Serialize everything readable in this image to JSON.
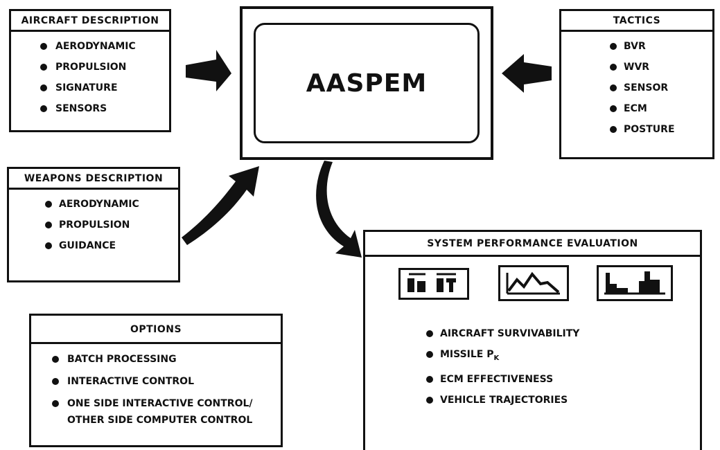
{
  "aircraft": {
    "title": "AIRCRAFT DESCRIPTION",
    "items": [
      "AERODYNAMIC",
      "PROPULSION",
      "SIGNATURE",
      "SENSORS"
    ]
  },
  "center": {
    "title": "AASPEM"
  },
  "tactics": {
    "title": "TACTICS",
    "items": [
      "BVR",
      "WVR",
      "SENSOR",
      "ECM",
      "POSTURE"
    ]
  },
  "weapons": {
    "title": "WEAPONS DESCRIPTION",
    "items": [
      "AERODYNAMIC",
      "PROPULSION",
      "GUIDANCE"
    ]
  },
  "options": {
    "title": "OPTIONS",
    "items": [
      "BATCH PROCESSING",
      "INTERACTIVE CONTROL",
      "ONE SIDE INTERACTIVE CONTROL/ OTHER SIDE COMPUTER CONTROL"
    ]
  },
  "performance": {
    "title": "SYSTEM PERFORMANCE EVALUATION",
    "items": [
      "AIRCRAFT SURVIVABILITY",
      "MISSILE P",
      "ECM EFFECTIVENESS",
      "VEHICLE TRAJECTORIES"
    ],
    "missile_subscript": "K",
    "icons": [
      "matrix-table-icon",
      "line-plot-icon",
      "bar-chart-icon"
    ]
  }
}
